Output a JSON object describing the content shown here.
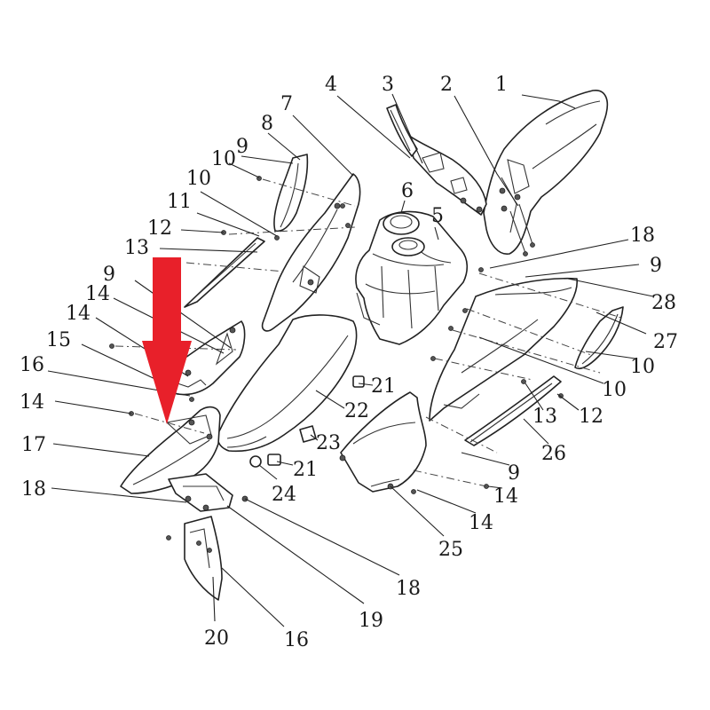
{
  "diagram": {
    "callouts": [
      "1",
      "2",
      "3",
      "4",
      "5",
      "6",
      "7",
      "8",
      "9",
      "10",
      "10",
      "11",
      "12",
      "13",
      "9",
      "14",
      "14",
      "15",
      "16",
      "14",
      "17",
      "18",
      "20",
      "16",
      "19",
      "18",
      "24",
      "21",
      "22",
      "23",
      "21",
      "25",
      "14",
      "14",
      "9",
      "26",
      "12",
      "13",
      "10",
      "10",
      "27",
      "28",
      "9",
      "18"
    ],
    "arrow_color": "#e8202a",
    "line_color": "#222222",
    "background_color": "#ffffff"
  }
}
